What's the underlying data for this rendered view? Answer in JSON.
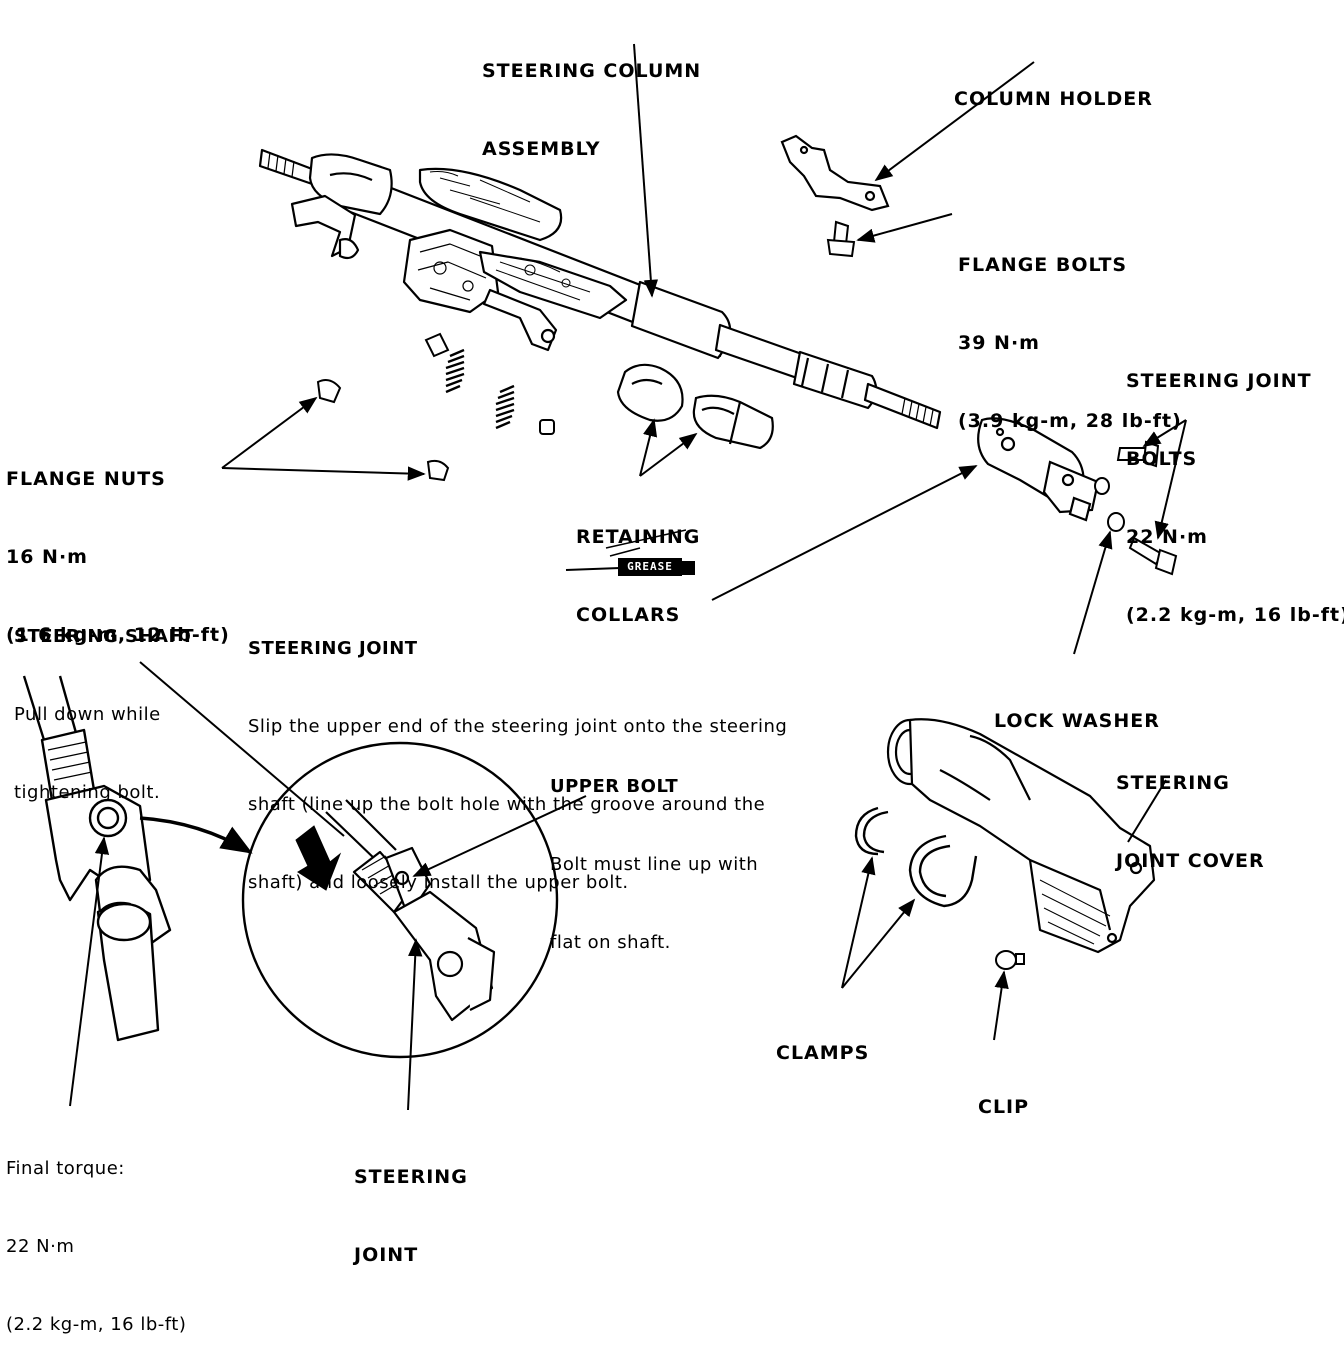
{
  "labels": {
    "steering_column_assembly": [
      "STEERING COLUMN",
      "ASSEMBLY"
    ],
    "column_holder": "COLUMN HOLDER",
    "flange_bolts": [
      "FLANGE BOLTS",
      "39 N·m",
      "(3.9 kg-m, 28 lb-ft)"
    ],
    "steering_joint_bolts": [
      "STEERING JOINT",
      "BOLTS",
      "22 N·m",
      "(2.2 kg-m, 16 lb-ft)"
    ],
    "flange_nuts": [
      "FLANGE NUTS",
      "16 N·m",
      "(1.6 kg-m, 12 lb-ft)"
    ],
    "retaining_collars": [
      "RETAINING",
      "COLLARS"
    ],
    "grease": "GREASE",
    "steering_shaft": [
      "STEERING SHAFT",
      "Pull down while",
      "tightening bolt."
    ],
    "steering_joint_note": [
      "STEERING JOINT",
      "Slip the upper end of the steering joint onto the steering",
      "shaft (line up the bolt hole with the groove around the",
      "shaft) and loosely install the upper bolt."
    ],
    "lock_washer": "LOCK WASHER",
    "upper_bolt": [
      "UPPER BOLT",
      "Bolt must line up with",
      "flat on shaft."
    ],
    "steering_joint_cover": [
      "STEERING",
      "JOINT COVER"
    ],
    "clamps": "CLAMPS",
    "clip": "CLIP",
    "steering_joint_detail": [
      "STEERING",
      "JOINT"
    ],
    "final_torque": [
      "Final torque:",
      "22 N·m",
      "(2.2 kg-m, 16 lb-ft)"
    ]
  }
}
